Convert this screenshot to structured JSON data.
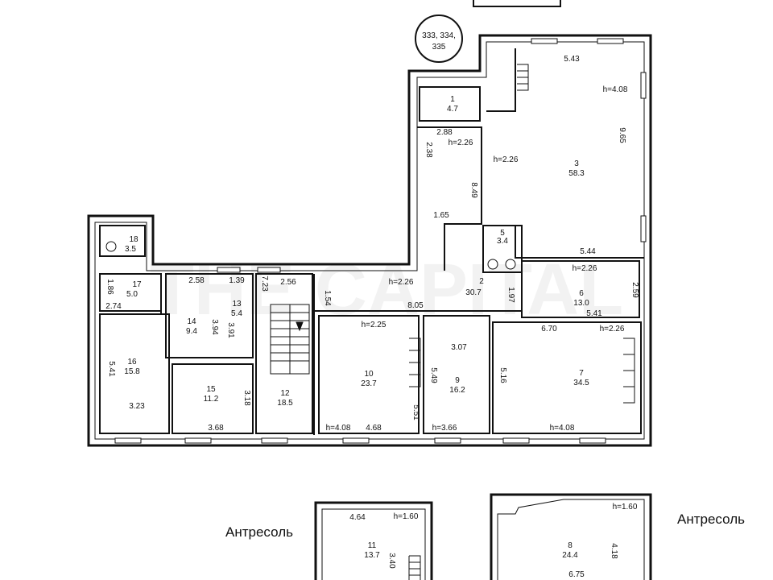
{
  "stamp": {
    "line1": "333, 334,",
    "line2": "335"
  },
  "watermark": "THE CAPITAL",
  "rooms": [
    {
      "id": "1",
      "area": "4.7"
    },
    {
      "id": "3",
      "area": "58.3"
    },
    {
      "id": "5",
      "area": "3.4"
    },
    {
      "id": "6",
      "area": "13.0"
    },
    {
      "id": "7",
      "area": "34.5"
    },
    {
      "id": "9",
      "area": "16.2"
    },
    {
      "id": "10",
      "area": "23.7"
    },
    {
      "id": "12",
      "area": "18.5"
    },
    {
      "id": "13",
      "area": "5.4"
    },
    {
      "id": "14",
      "area": "9.4"
    },
    {
      "id": "15",
      "area": "11.2"
    },
    {
      "id": "16",
      "area": "15.8"
    },
    {
      "id": "17",
      "area": "5.0"
    },
    {
      "id": "18",
      "area": "3.5"
    },
    {
      "id": "2",
      "area": "30.7"
    },
    {
      "id": "11",
      "area": "13.7"
    },
    {
      "id": "8",
      "area": "24.4"
    }
  ],
  "dimensions": [
    "5.43",
    "h=4.08",
    "9.65",
    "2.88",
    "h=2.26",
    "2.38",
    "h=2.26",
    "8.49",
    "1.65",
    "5.44",
    "h=2.26",
    "2.59",
    "5.41",
    "1.97",
    "h=2.26",
    "8.05",
    "2.58",
    "1.39",
    "7.23",
    "2.56",
    "1.54",
    "1.86",
    "2.74",
    "3.94",
    "3.91",
    "6.70",
    "h=2.26",
    "h=2.25",
    "3.07",
    "5.49",
    "5.16",
    "5.41",
    "3.23",
    "3.18",
    "3.68",
    "h=4.08",
    "4.68",
    "5.51",
    "h=3.66",
    "h=4.08",
    "4.64",
    "h=1.60",
    "3.40",
    "h=1.60",
    "4.18",
    "6.75"
  ],
  "annotations": [
    "Антресоль",
    "Антресоль"
  ]
}
